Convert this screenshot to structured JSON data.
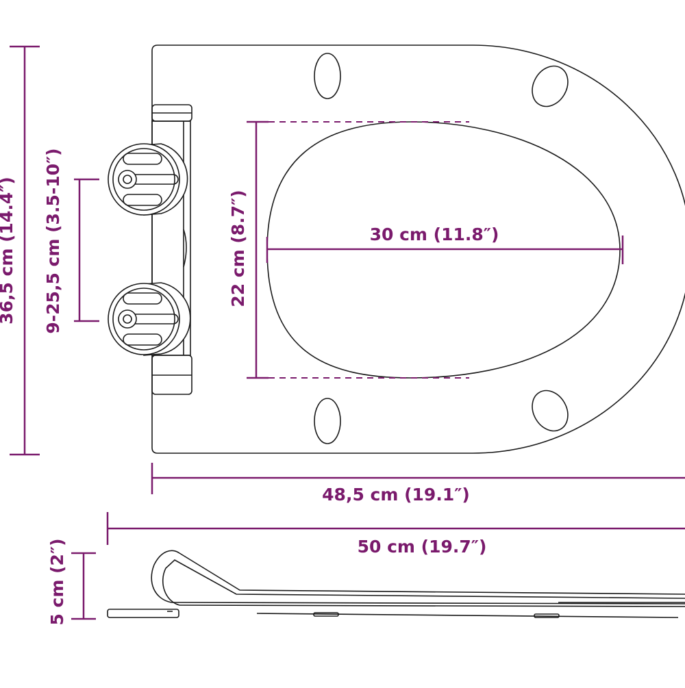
{
  "colors": {
    "dimension": "#7a1a6c",
    "outline": "#1a1a1a",
    "background": "#ffffff"
  },
  "dimensions": {
    "total_height": "36,5 cm (14.4″)",
    "hinge_spacing": "9-25,5 cm (3.5-10″)",
    "inner_length": "22 cm (8.7″)",
    "inner_width": "30 cm (11.8″)",
    "seat_width": "48,5 cm (19.1″)",
    "total_width": "50 cm (19.7″)",
    "side_height": "5 cm (2″)"
  }
}
